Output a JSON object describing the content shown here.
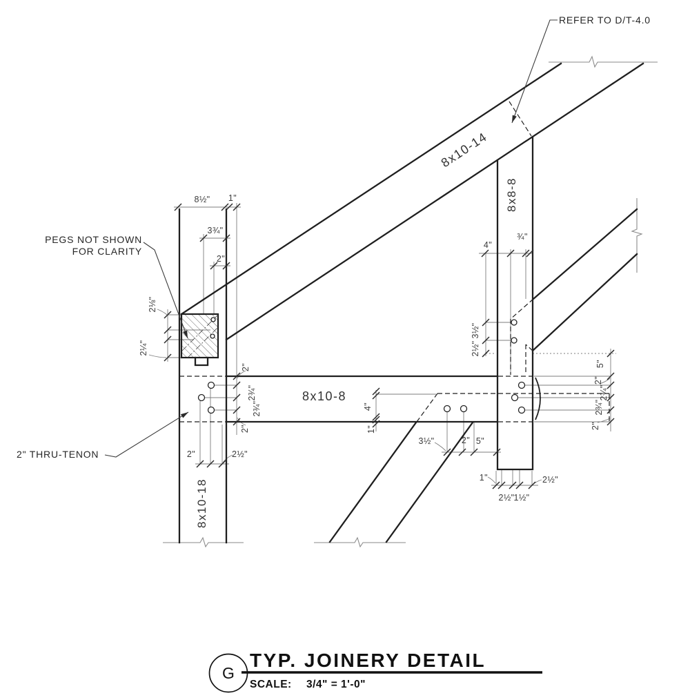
{
  "drawing": {
    "annotations": {
      "refer_note": "REFER TO D/T-4.0",
      "pegs_note_line1": "PEGS NOT SHOWN",
      "pegs_note_line2": "FOR CLARITY",
      "thru_tenon_note": "2\" THRU-TENON"
    },
    "members": {
      "rafter": "8x10-14",
      "right_post": "8x8-8",
      "beam": "8x10-8",
      "left_post": "8x10-18"
    },
    "dims": {
      "w8h": "8½\"",
      "w1": "1\"",
      "w3q3": "3¾\"",
      "w2": "2\"",
      "w2e": "2⅛\"",
      "w2q": "2¼\"",
      "w2t": "2¾\"",
      "w3h": "3½\"",
      "w5": "5\"",
      "w4": "4\"",
      "wq3": "¾\"",
      "w2h": "2½\"",
      "w1h": "1½\""
    },
    "title_block": {
      "detail_letter": "G",
      "title": "TYP. JOINERY DETAIL",
      "scale_label": "SCALE:",
      "scale_value": "3/4\" = 1'-0\""
    },
    "colors": {
      "line": "#1f1f1f",
      "dim_line": "#7d7d7d",
      "background": "#ffffff"
    }
  }
}
